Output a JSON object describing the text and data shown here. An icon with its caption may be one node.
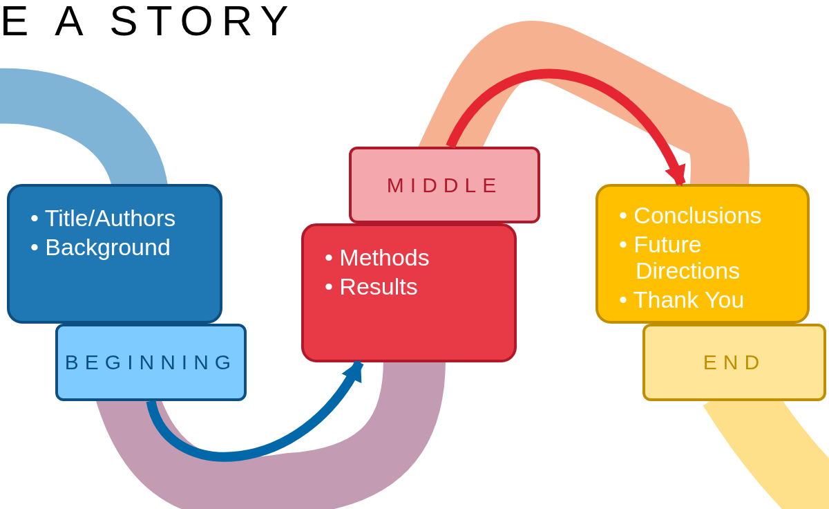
{
  "diagram": {
    "title": "E A STORY",
    "nodes": [
      {
        "text": [
          "• Title/Authors",
          "• Background"
        ]
      },
      {
        "text": [
          "BEGINNING"
        ]
      },
      {
        "text": [
          "• Methods",
          "• Results"
        ]
      },
      {
        "text": [
          "MIDDLE"
        ]
      },
      {
        "text": [
          "• Conclusions",
          "• Future Directions",
          "• Thank You"
        ]
      },
      {
        "text": [
          "END"
        ]
      }
    ],
    "edges": [
      {
        "from": 1,
        "to": 2,
        "arrow": "to",
        "color": "#0068a8"
      },
      {
        "from": 3,
        "to": 4,
        "arrow": "to",
        "color": "#e52532"
      }
    ]
  }
}
